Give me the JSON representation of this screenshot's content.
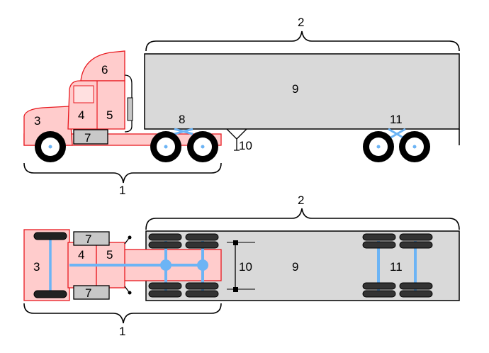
{
  "labels": {
    "side_1": "1",
    "side_2": "2",
    "side_3": "3",
    "side_4": "4",
    "side_5": "5",
    "side_6": "6",
    "side_7": "7",
    "side_8": "8",
    "side_9": "9",
    "side_10": "10",
    "side_11": "11",
    "top_1": "1",
    "top_2": "2",
    "top_3": "3",
    "top_4": "4",
    "top_5": "5",
    "top_7a": "7",
    "top_7b": "7",
    "top_9": "9",
    "top_10": "10",
    "top_11": "11"
  },
  "colors": {
    "cab_fill": "#ffcccc",
    "cab_stroke": "#e8191f",
    "trailer_fill": "#d9d9d9",
    "axle_blue": "#6cb4f5",
    "tire": "#000000",
    "tank_fill": "#c8c8c8"
  }
}
